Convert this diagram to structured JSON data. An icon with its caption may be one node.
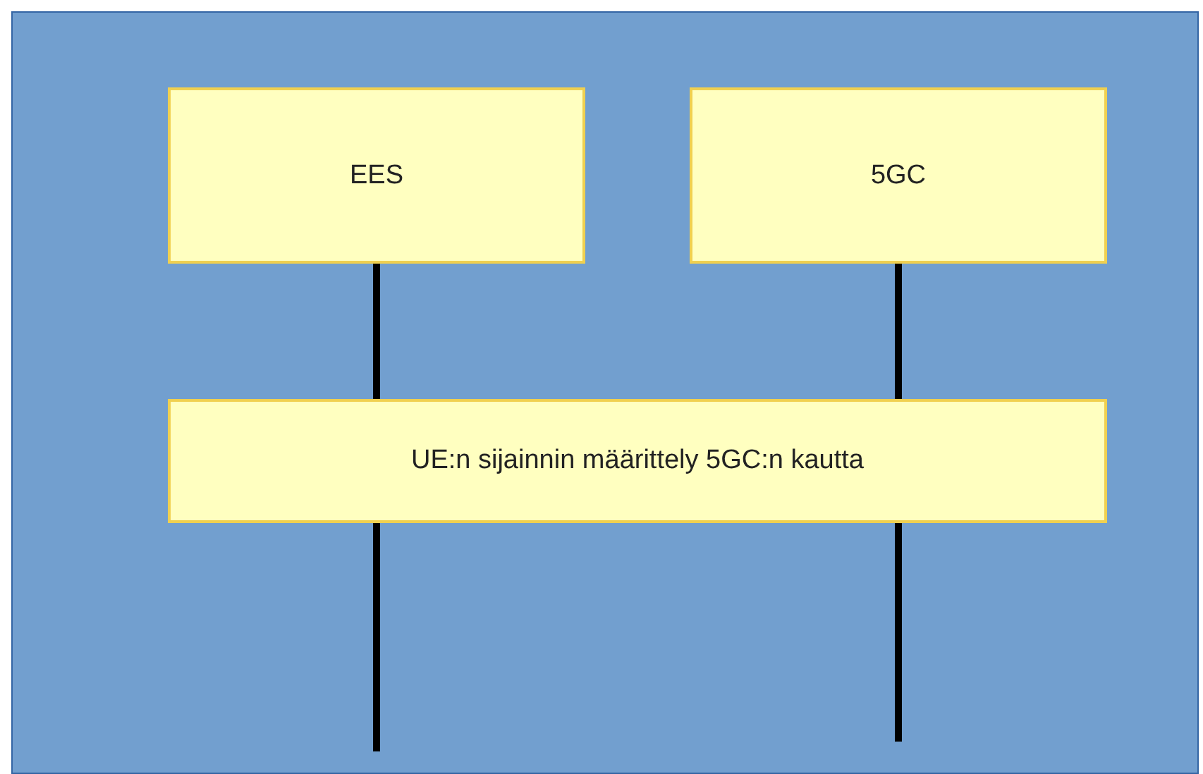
{
  "diagram": {
    "nodes": [
      {
        "text": [
          "EES"
        ]
      },
      {
        "text": [
          "5GC"
        ]
      },
      {
        "text": [
          "UE:n sijainnin määrittely 5GC:n kautta"
        ]
      }
    ],
    "edges": [
      {
        "from": 0,
        "to": null,
        "arrow": "none"
      },
      {
        "from": 1,
        "to": null,
        "arrow": "none"
      }
    ]
  }
}
